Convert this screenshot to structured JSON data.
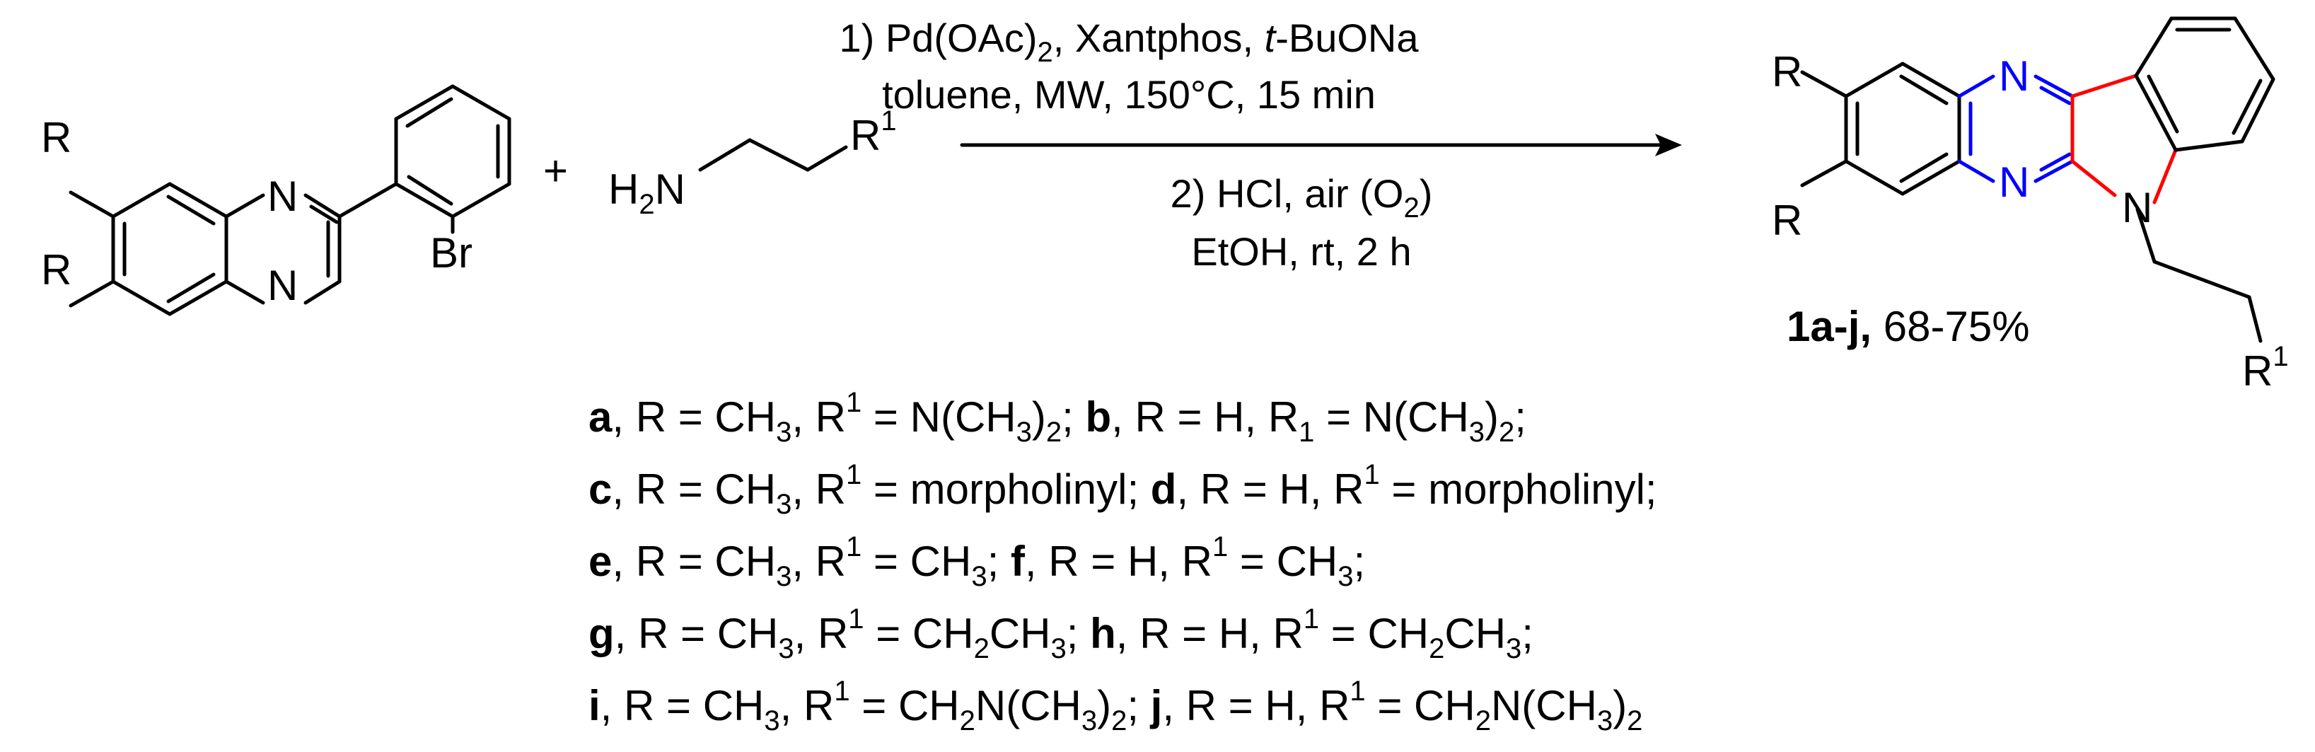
{
  "reactant1": {
    "r_top": "R",
    "r_bottom": "R",
    "n_top": "N",
    "n_bottom": "N",
    "br": "Br"
  },
  "plus": "+",
  "reactant2": {
    "h": "H",
    "h_sub": "2",
    "n": "N",
    "r": "R",
    "r_sup": "1"
  },
  "conditions": {
    "line1": [
      "1) Pd(OAc)",
      "2",
      ", Xantphos, ",
      "t",
      "-BuONa"
    ],
    "line2": "toluene, MW, 150°C, 15 min",
    "line3": [
      "2) HCl, air (O",
      "2",
      ")"
    ],
    "line4": "EtOH, rt, 2 h"
  },
  "product": {
    "r_top": "R",
    "r_bottom": "R",
    "n_top": "N",
    "n_bottom": "N",
    "n_indole": "N",
    "r1": "R",
    "r1_sup": "1",
    "label_bold": "1a-j,",
    "label_yield": " 68-75%"
  },
  "legend": [
    [
      "a",
      ", R = CH",
      "3",
      ", R",
      "1",
      " = N(CH",
      "3",
      ")",
      "2",
      "; ",
      "b",
      ", R = H, R",
      "1",
      " = N(CH",
      "3",
      ")",
      "2",
      ";"
    ],
    [
      "c",
      ", R = CH",
      "3",
      ", R",
      "1",
      " = morpholinyl; ",
      "d",
      ", R = H, R",
      "1",
      " = morpholinyl;"
    ],
    [
      "e",
      ", R = CH",
      "3",
      ", R",
      "1",
      " = CH",
      "3",
      "; ",
      "f",
      ", R = H, R",
      "1",
      " = CH",
      "3",
      ";"
    ],
    [
      "g",
      ", R = CH",
      "3",
      ", R",
      "1",
      " = CH",
      "2",
      "CH",
      "3",
      "; ",
      "h",
      ", R = H, R",
      "1",
      " = CH",
      "2",
      "CH",
      "3",
      ";"
    ],
    [
      "i",
      ", R = CH",
      "3",
      ", R",
      "1",
      " = CH",
      "2",
      "N(CH",
      "3",
      ")",
      "2",
      "; ",
      "j",
      ", R = H, R",
      "1",
      " = CH",
      "2",
      "N(CH",
      "3",
      ")",
      "2"
    ]
  ]
}
